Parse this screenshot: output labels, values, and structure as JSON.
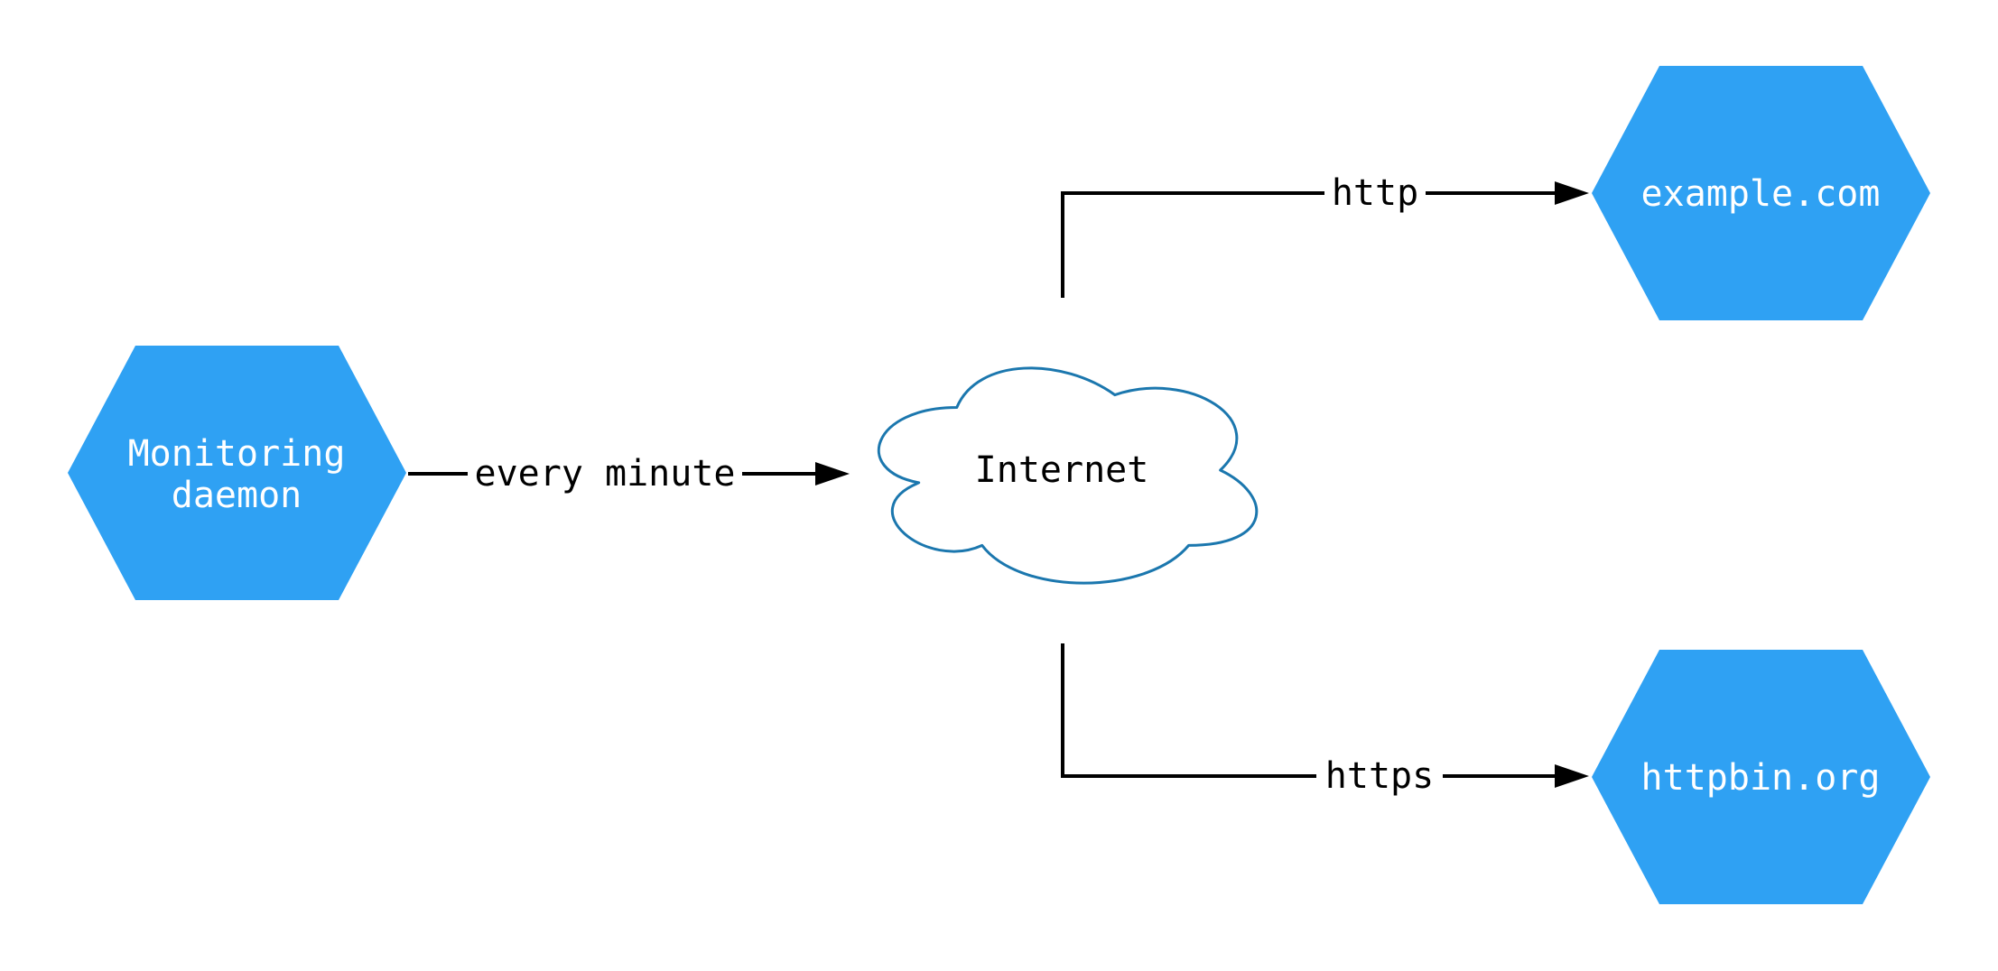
{
  "diagram": {
    "title": "monitoring-daemon-network-diagram",
    "colors": {
      "node_fill": "#2FA1F3",
      "node_text": "#ffffff",
      "cloud_stroke": "#1B77AE",
      "cloud_fill": "#ffffff",
      "edge_color": "#000000",
      "background": "#ffffff"
    },
    "nodes": {
      "monitoring": {
        "label_line1": "Monitoring",
        "label_line2": "daemon",
        "shape": "hexagon"
      },
      "internet": {
        "label": "Internet",
        "shape": "cloud"
      },
      "example": {
        "label": "example.com",
        "shape": "hexagon"
      },
      "httpbin": {
        "label": "httpbin.org",
        "shape": "hexagon"
      }
    },
    "edges": {
      "every_minute": {
        "label": "every minute",
        "from": "monitoring",
        "to": "internet"
      },
      "http": {
        "label": "http",
        "from": "internet",
        "to": "example"
      },
      "https": {
        "label": "https",
        "from": "internet",
        "to": "httpbin"
      }
    }
  }
}
